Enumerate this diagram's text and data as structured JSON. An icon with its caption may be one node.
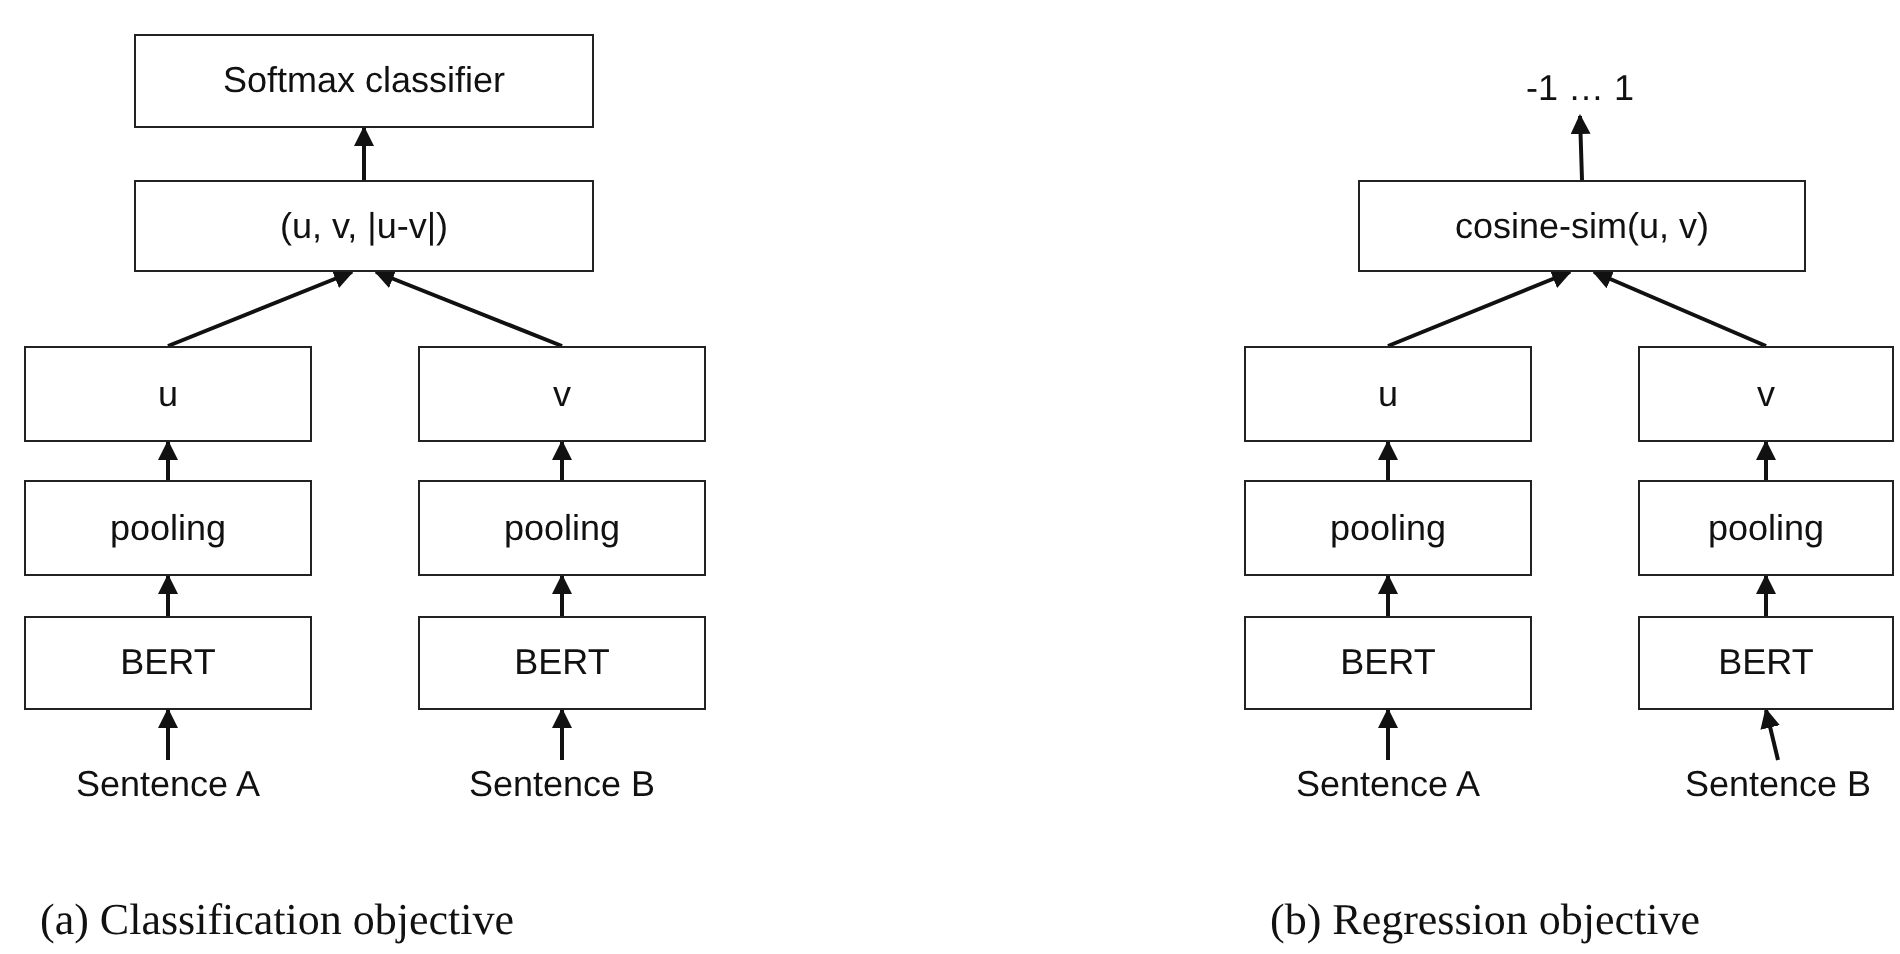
{
  "diagram": {
    "nodes": [
      {
        "text": [
          "Softmax classifier"
        ]
      },
      {
        "text": [
          "(u, v, |u-v|)"
        ]
      },
      {
        "text": [
          "u"
        ]
      },
      {
        "text": [
          "v"
        ]
      },
      {
        "text": [
          "pooling"
        ]
      },
      {
        "text": [
          "pooling"
        ]
      },
      {
        "text": [
          "BERT"
        ]
      },
      {
        "text": [
          "BERT"
        ]
      },
      {
        "text": [
          "Sentence A"
        ]
      },
      {
        "text": [
          "Sentence B"
        ]
      },
      {
        "text": [
          "-1 … 1"
        ]
      },
      {
        "text": [
          "cosine-sim(u, v)"
        ]
      },
      {
        "text": [
          "u"
        ]
      },
      {
        "text": [
          "v"
        ]
      },
      {
        "text": [
          "pooling"
        ]
      },
      {
        "text": [
          "pooling"
        ]
      },
      {
        "text": [
          "BERT"
        ]
      },
      {
        "text": [
          "BERT"
        ]
      },
      {
        "text": [
          "Sentence A"
        ]
      },
      {
        "text": [
          "Sentence B"
        ]
      }
    ],
    "edges": [
      {
        "from": 1,
        "to": 0,
        "arrow": "to"
      },
      {
        "from": 2,
        "to": 1,
        "arrow": "to"
      },
      {
        "from": 3,
        "to": 1,
        "arrow": "to"
      },
      {
        "from": 4,
        "to": 2,
        "arrow": "to"
      },
      {
        "from": 5,
        "to": 3,
        "arrow": "to"
      },
      {
        "from": 6,
        "to": 4,
        "arrow": "to"
      },
      {
        "from": 7,
        "to": 5,
        "arrow": "to"
      },
      {
        "from": 8,
        "to": 6,
        "arrow": "to"
      },
      {
        "from": 9,
        "to": 7,
        "arrow": "to"
      },
      {
        "from": 11,
        "to": 10,
        "arrow": "to"
      },
      {
        "from": 12,
        "to": 11,
        "arrow": "to"
      },
      {
        "from": 13,
        "to": 11,
        "arrow": "to"
      },
      {
        "from": 14,
        "to": 12,
        "arrow": "to"
      },
      {
        "from": 15,
        "to": 13,
        "arrow": "to"
      },
      {
        "from": 16,
        "to": 14,
        "arrow": "to"
      },
      {
        "from": 17,
        "to": 15,
        "arrow": "to"
      },
      {
        "from": 18,
        "to": 16,
        "arrow": "to"
      },
      {
        "from": 19,
        "to": 17,
        "arrow": "to"
      }
    ],
    "labels": [
      "(a) Classification objective",
      "(b) Regression objective"
    ]
  }
}
